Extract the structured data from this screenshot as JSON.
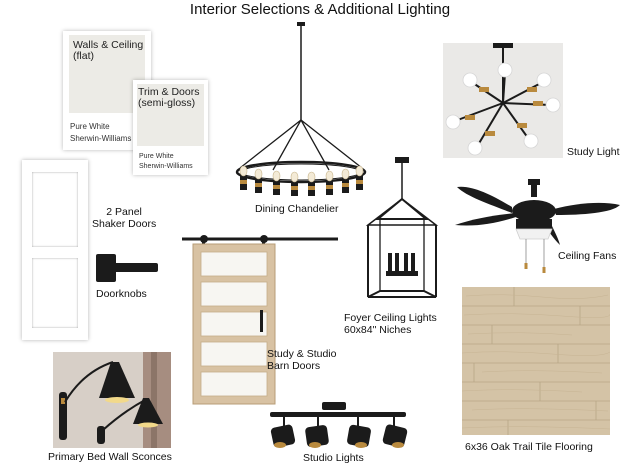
{
  "title": "Interior Selections & Additional Lighting",
  "paint": {
    "walls": {
      "heading": "Walls & Ceiling\n(flat)",
      "name": "Pure White",
      "brand": "Sherwin-Williams"
    },
    "trim": {
      "heading": "Trim & Doors\n(semi-gloss)",
      "name": "Pure White",
      "brand": "Sherwin-Williams"
    }
  },
  "labels": {
    "dining_chandelier": "Dining Chandelier",
    "study_light": "Study Light",
    "doors": "2 Panel\nShaker Doors",
    "doorknobs": "Doorknobs",
    "ceiling_fans": "Ceiling Fans",
    "foyer": "Foyer Ceiling Lights\n60x84\" Niches",
    "barn_doors": "Study & Studio\nBarn Doors",
    "sconces": "Primary Bed Wall Sconces",
    "studio_lights": "Studio Lights",
    "flooring": "6x36 Oak Trail Tile Flooring"
  },
  "colors": {
    "paint_chip": "#ecebe6",
    "matte_black": "#1b1b1b",
    "brass": "#b98a3e",
    "oak": "#d4c3a6",
    "barn_wood": "#d8c2a3"
  }
}
